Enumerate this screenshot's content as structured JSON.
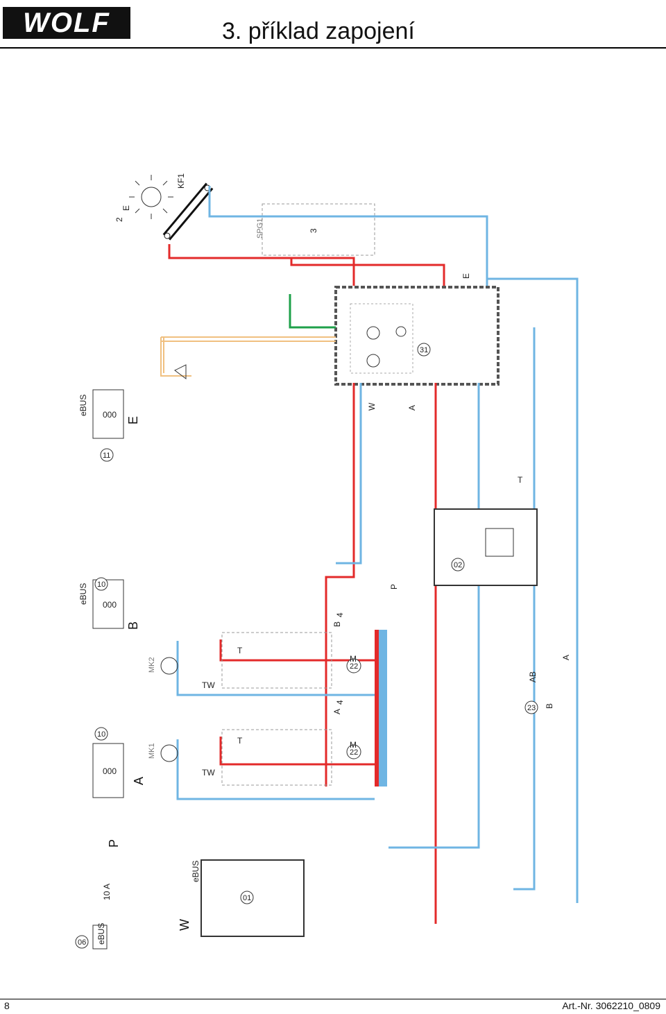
{
  "header": {
    "logo": "WOLF",
    "title": "3. příklad zapojení"
  },
  "footer": {
    "page_number": "8",
    "article_number": "Art.-Nr. 3062210_0809"
  },
  "diagram": {
    "components": {
      "collector": "KF1",
      "solar_station": "SPG1",
      "storage": "31",
      "boiler": "02",
      "heater": "01",
      "mixer_1": "MK1",
      "mixer_2": "MK2",
      "mixing_valve_a": "22",
      "mixing_valve_b": "22",
      "switch_valve": "23",
      "module_06": "06",
      "module_10a": "10",
      "module_10b": "10",
      "module_11": "11"
    },
    "displays": {
      "code": "000"
    },
    "signals": {
      "E": "E",
      "P": "P",
      "A": "A",
      "B": "B",
      "W": "W",
      "T": "T",
      "M": "M",
      "TW": "TW",
      "AB": "AB",
      "eBUS": "eBUS",
      "fuse": "10 A",
      "n2": "2",
      "n3": "3",
      "n4": "4"
    }
  }
}
